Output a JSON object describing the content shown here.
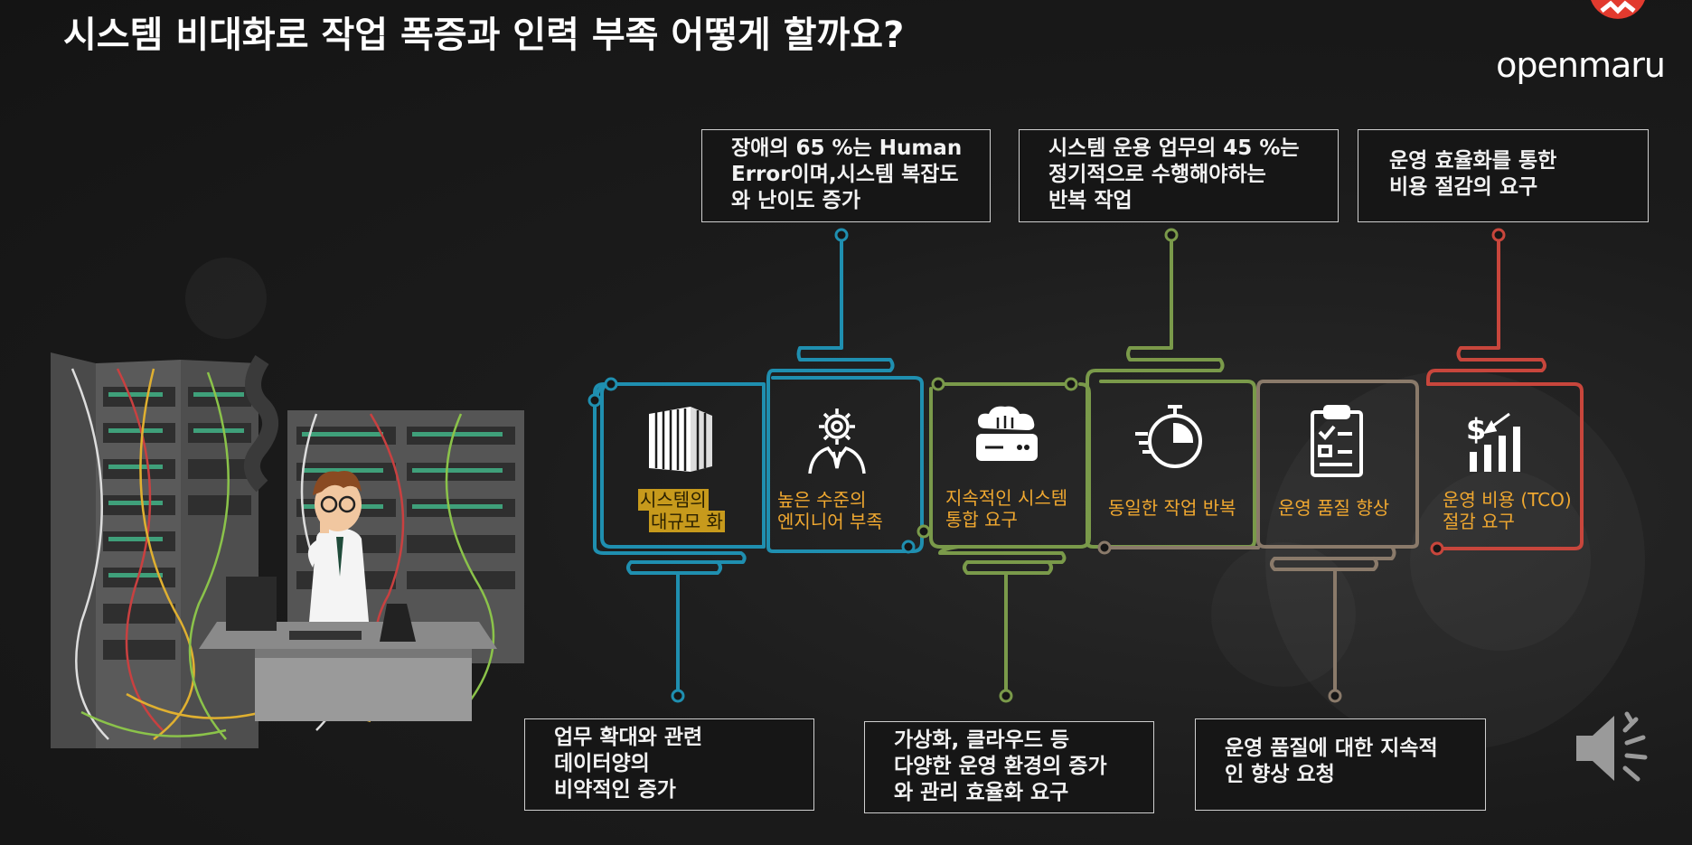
{
  "title": "시스템 비대화로 작업 폭증과 인력 부족 어떻게 할까요?",
  "brand": {
    "name": "openmaru",
    "accent": "#e23a2e"
  },
  "top_callouts": [
    {
      "lines": [
        "장애의 65 %는 Human",
        "Error이며,시스템 복잡도",
        "와 난이도 증가"
      ]
    },
    {
      "lines": [
        "시스템 운용 업무의 45 %는",
        "정기적으로 수행해야하는",
        "반복 작업"
      ]
    },
    {
      "lines": [
        "운영 효율화를 통한",
        "비용 절감의 요구"
      ]
    }
  ],
  "bottom_callouts": [
    {
      "lines": [
        "업무 확대와 관련",
        "데이터양의",
        "비약적인 증가"
      ]
    },
    {
      "lines": [
        "가상화, 클라우드 등",
        "다양한 운영 환경의 증가",
        "와 관리 효율화 요구"
      ]
    },
    {
      "lines": [
        "운영 품질에 대한 지속적",
        "인 향상 요청"
      ]
    }
  ],
  "cells": [
    {
      "icon": "building-icon",
      "lines": [
        "시스템의",
        "대규모 화"
      ],
      "color": "#1f8fb0"
    },
    {
      "icon": "engineer-icon",
      "lines": [
        "높은 수준의",
        "엔지니어 부족"
      ],
      "color": "#1f8fb0"
    },
    {
      "icon": "cloud-server-icon",
      "lines": [
        "지속적인 시스템",
        "통합 요구"
      ],
      "color": "#7a9a4a"
    },
    {
      "icon": "stopwatch-icon",
      "lines": [
        "동일한 작업 반복"
      ],
      "color": "#7a9a4a"
    },
    {
      "icon": "clipboard-icon",
      "lines": [
        "운영 품질 향상"
      ],
      "color": "#8a7a6a"
    },
    {
      "icon": "cost-chart-icon",
      "lines": [
        "운영 비용 (TCO)",
        "절감 요구"
      ],
      "color": "#c8463c"
    }
  ],
  "colors": {
    "blue": "#1f8fb0",
    "green": "#7a9a4a",
    "brown": "#8a7a6a",
    "red": "#c8463c",
    "label": "#f0a830"
  },
  "speaker": {
    "icon": "speaker-icon"
  }
}
